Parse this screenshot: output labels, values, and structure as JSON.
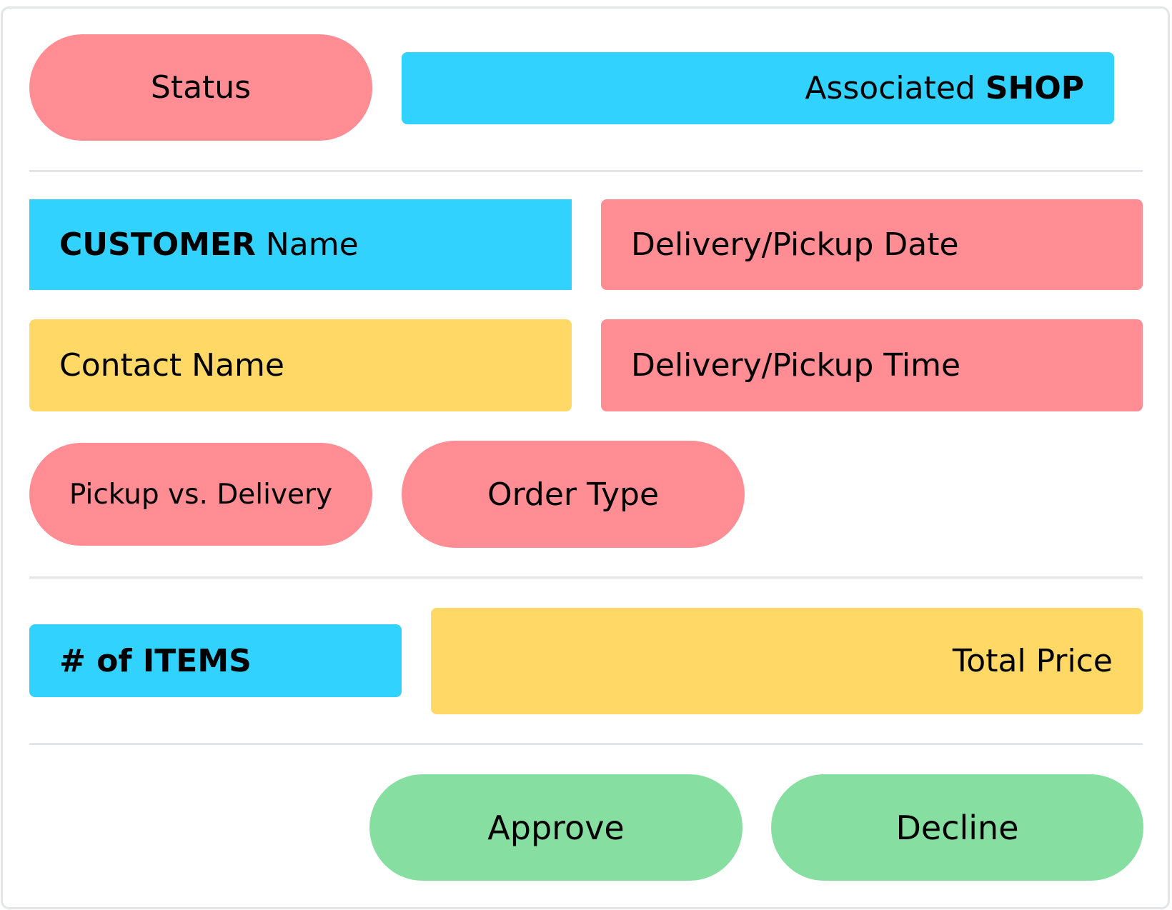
{
  "colors": {
    "pink": "#ff8d93",
    "blue": "#31d2fe",
    "yellow": "#ffd866",
    "green": "#86dfa0",
    "divider": "#e3e5e8"
  },
  "header": {
    "status_label": "Status",
    "shop_label_regular": "Associated",
    "shop_label_bold": "SHOP"
  },
  "details": {
    "customer_bold": "CUSTOMER",
    "customer_regular": "Name",
    "delivery_date": "Delivery/Pickup Date",
    "contact_name": "Contact Name",
    "delivery_time": "Delivery/Pickup Time",
    "pickup_vs_delivery": "Pickup vs. Delivery",
    "order_type": "Order Type"
  },
  "summary": {
    "items_label": "# of ITEMS",
    "total_price": "Total Price"
  },
  "actions": {
    "approve": "Approve",
    "decline": "Decline"
  }
}
